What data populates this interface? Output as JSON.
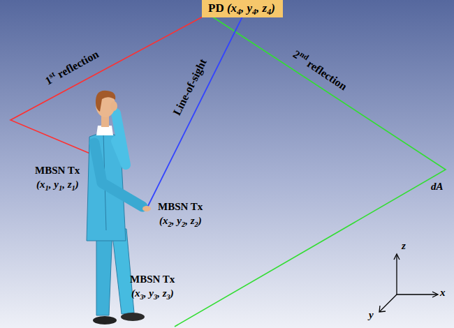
{
  "diagram": {
    "nodes": [
      {
        "text": [
          "PD (x4, y4, z4)"
        ]
      }
    ],
    "labels": [
      "1st reflection",
      "Line-of-sight",
      "2nd reflection",
      "MBSN Tx",
      "(x1, y1, z1)",
      "MBSN Tx",
      "(x2, y2, z2)",
      "MBSN Tx",
      "(x3, y3, z3)",
      "dA",
      "z",
      "x",
      "y"
    ]
  }
}
